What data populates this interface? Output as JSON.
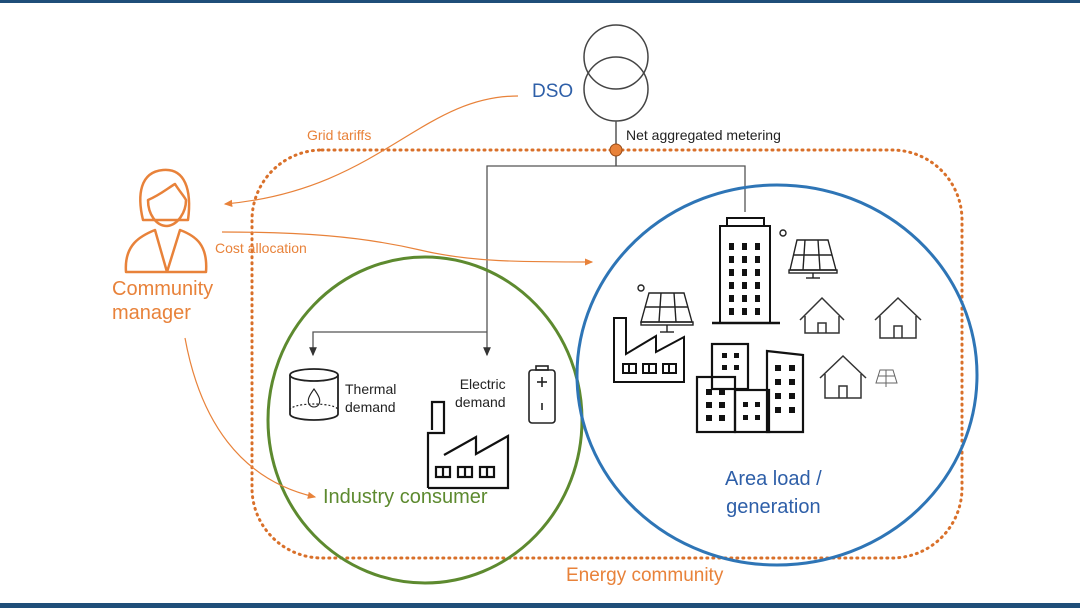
{
  "diagram": {
    "title": "Energy community",
    "nodes": {
      "dso": {
        "label": "DSO"
      },
      "metering": {
        "label": "Net aggregated metering"
      },
      "community_manager": {
        "label_line1": "Community",
        "label_line2": "manager"
      },
      "industry_consumer": {
        "label": "Industry consumer"
      },
      "thermal_demand": {
        "label_line1": "Thermal",
        "label_line2": "demand"
      },
      "electric_demand": {
        "label_line1": "Electric",
        "label_line2": "demand"
      },
      "area": {
        "label_line1": "Area load /",
        "label_line2": "generation"
      }
    },
    "flows": {
      "grid_tariffs": "Grid tariffs",
      "cost_allocation": "Cost allocation"
    },
    "colors": {
      "orange": "#e8823a",
      "blue": "#2e75b6",
      "green": "#5d8a2f",
      "frame": "#1f4e79"
    }
  }
}
